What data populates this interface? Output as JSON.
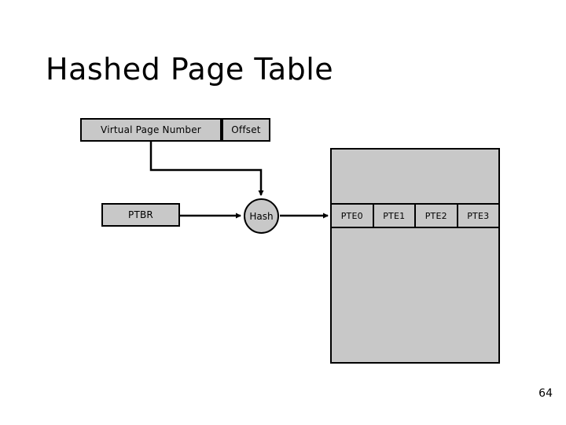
{
  "slide": {
    "title": "Hashed Page Table",
    "page_number": "64",
    "colors": {
      "box_fill": "#c8c8c8",
      "stroke": "#000000",
      "background": "#ffffff"
    }
  },
  "diagram": {
    "virtual_address": {
      "page_number_label": "Virtual Page Number",
      "offset_label": "Offset"
    },
    "ptbr_label": "PTBR",
    "hash_label": "Hash",
    "page_table": {
      "entries": [
        {
          "label": "PTE0"
        },
        {
          "label": "PTE1"
        },
        {
          "label": "PTE2"
        },
        {
          "label": "PTE3"
        }
      ]
    },
    "connectors": [
      {
        "name": "vpn-to-hash",
        "description": "Virtual Page Number feeds into Hash"
      },
      {
        "name": "ptbr-to-hash",
        "description": "PTBR feeds into Hash"
      },
      {
        "name": "hash-to-pte0",
        "description": "Hash output indexes page table entry"
      }
    ]
  }
}
